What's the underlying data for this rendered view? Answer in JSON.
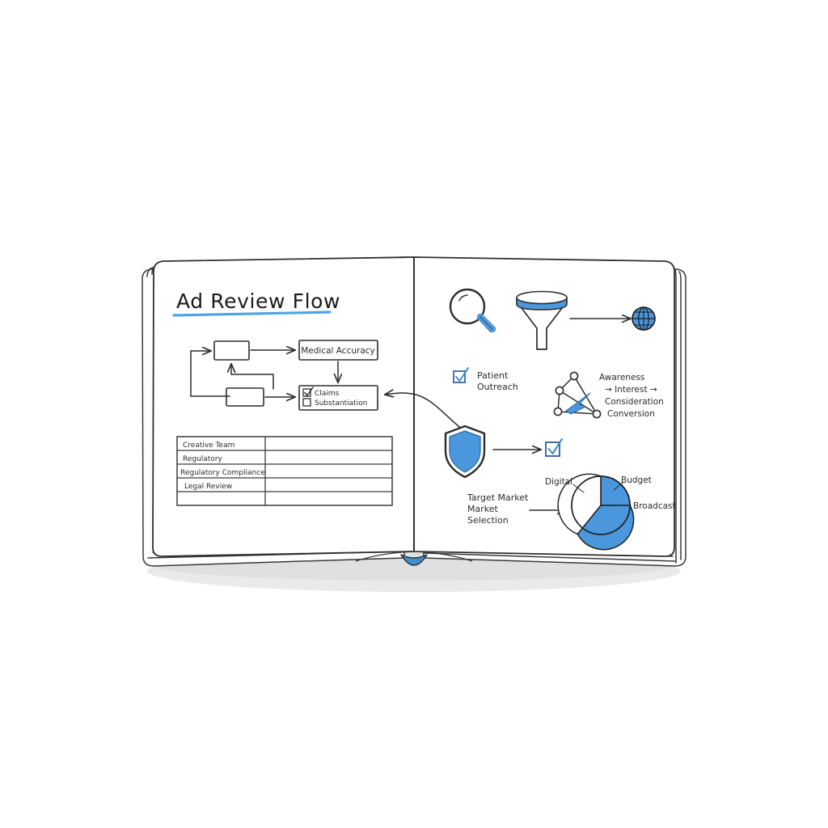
{
  "scene": {
    "name": "open-notebook-sketch",
    "background_color": "#ffffff",
    "page_color": "#fefefe",
    "ink_color": "#2d2d2d",
    "accent_color": "#3d8fd6",
    "accent_fill": "#4a97dd",
    "shadow_color": "#d9d9d9",
    "bookmark_color": "#3d8fd6"
  },
  "left_page": {
    "title": "Ad Review Flow",
    "title_underline_color": "#4aa3e8",
    "flowchart": {
      "boxes": [
        {
          "id": "box-empty-top",
          "label": ""
        },
        {
          "id": "box-medical-accuracy",
          "label": "Medical Accuracy"
        },
        {
          "id": "box-empty-bottom",
          "label": ""
        }
      ],
      "checklist_box": {
        "items": [
          {
            "label": "Claims",
            "checked": true
          },
          {
            "label": "Substantiation",
            "checked": false
          }
        ]
      },
      "connectors": [
        "loop-left-to-top-box",
        "top-box-to-medical-accuracy",
        "medical-accuracy-down-to-claims",
        "bottom-box-to-claims",
        "bottom-box-up-to-top-box",
        "incoming-curve-from-right-page"
      ]
    },
    "table": {
      "rows": [
        {
          "label": "Creative Team",
          "value": ""
        },
        {
          "label": "Regulatory",
          "value": ""
        },
        {
          "label": "Regulatory Compliance",
          "value": ""
        },
        {
          "label": "Legal Review",
          "value": ""
        },
        {
          "label": "",
          "value": ""
        }
      ]
    }
  },
  "right_page": {
    "icons": [
      {
        "name": "magnifier-icon",
        "style": "outline-with-blue-handle"
      },
      {
        "name": "funnel-icon",
        "style": "blue-rim-outline-body"
      },
      {
        "name": "globe-icon",
        "style": "blue-filled-grid"
      },
      {
        "name": "shield-icon",
        "style": "blue-filled-outline"
      }
    ],
    "checklist": [
      {
        "label_line1": "Patient",
        "label_line2": "Outreach",
        "checked": true
      }
    ],
    "network_diagram": {
      "name": "funnel-stage-network",
      "node_count": 4,
      "stages": [
        "Awareness",
        "Interest",
        "Consideration",
        "Conversion"
      ],
      "stage_line_1": "Awareness",
      "stage_line_2": "→ Interest →",
      "stage_line_3": "Consideration",
      "stage_line_4": "Conversion"
    },
    "approval_row": {
      "shield_label": "",
      "checkbox_checked": true
    },
    "target_market": {
      "line1": "Target Market",
      "line2": "Market",
      "line3": "Selection"
    },
    "chart_data": {
      "type": "pie",
      "title": "",
      "labels": [
        "Budget",
        "Broadcast",
        "Digital"
      ],
      "values": [
        25,
        35,
        40
      ],
      "colors": [
        "#4a97dd",
        "#4a97dd",
        "#ffffff"
      ],
      "legend_position": "callout-labels",
      "annotations": [
        {
          "text": "Digital",
          "side": "left"
        },
        {
          "text": "Budget",
          "side": "top-right"
        },
        {
          "text": "Broadcast",
          "side": "right"
        }
      ]
    }
  }
}
